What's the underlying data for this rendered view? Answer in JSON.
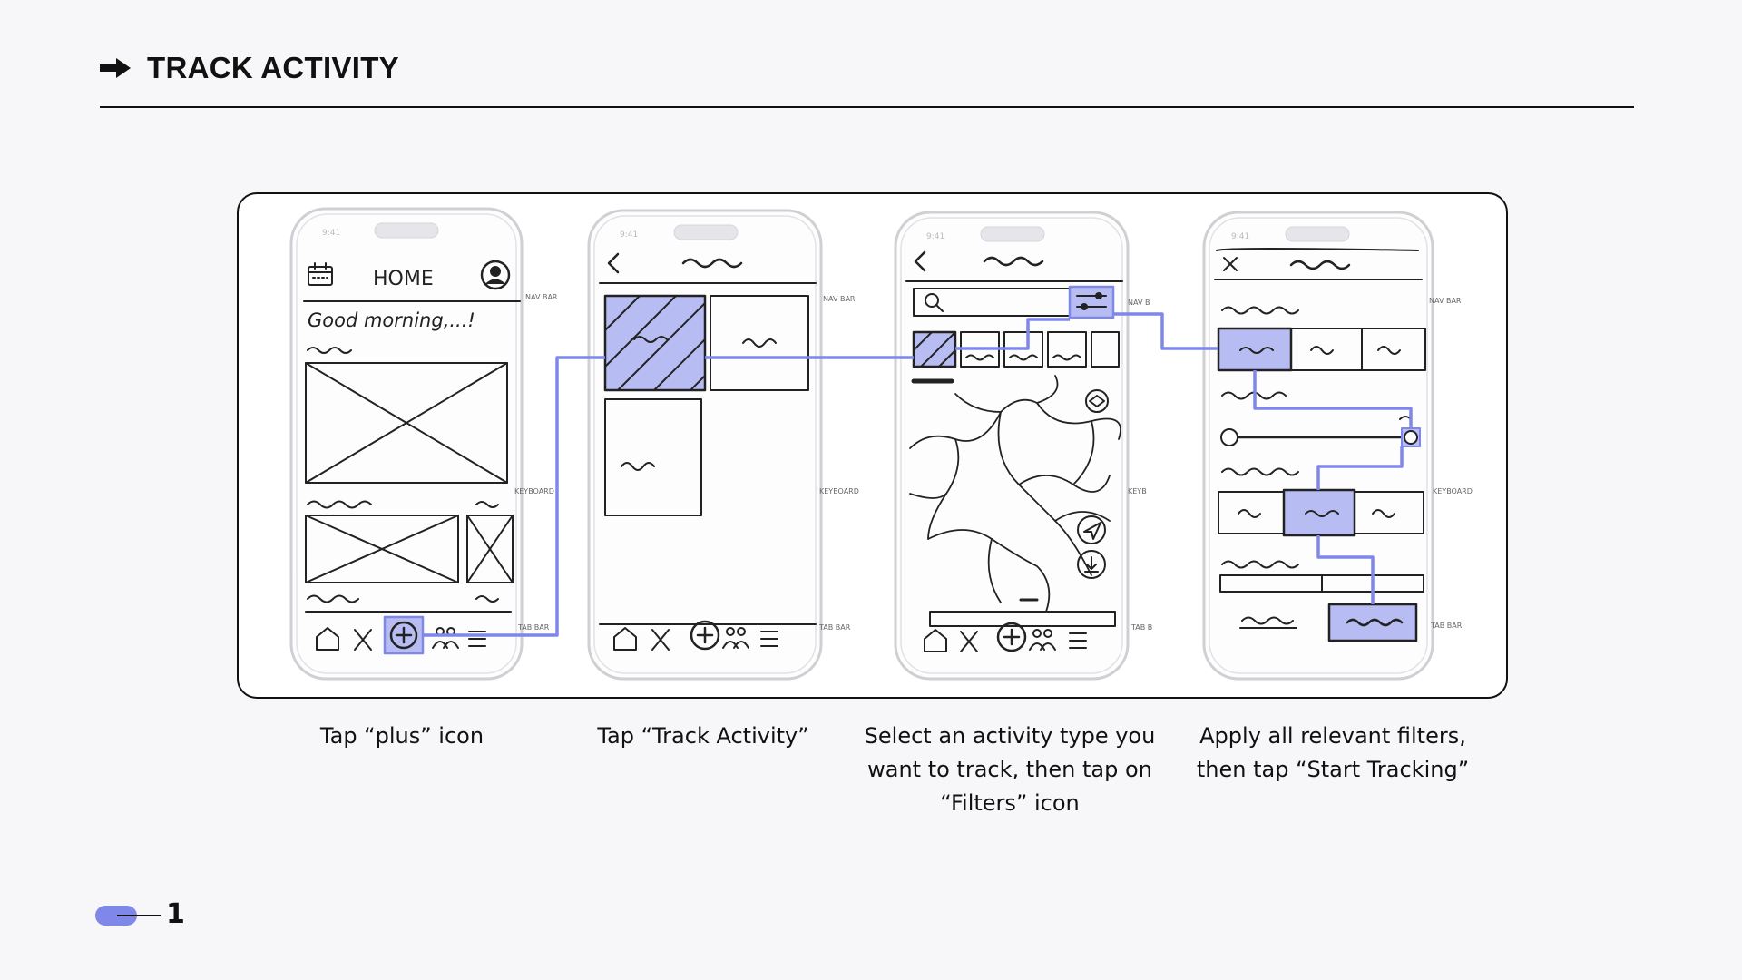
{
  "header": {
    "title": "TRACK ACTIVITY",
    "icon": "arrow-right-icon"
  },
  "colors": {
    "accent": "#7f87e8",
    "accent_fill": "#b7bdf3",
    "ink": "#111111",
    "background": "#f7f7f9"
  },
  "phones": [
    {
      "status_time": "9:41",
      "heading": "HOME",
      "greeting": "Good morning,...!",
      "labels": [
        "NAV BAR",
        "KEYBOARD",
        "TAB BAR"
      ]
    },
    {
      "status_time": "9:41",
      "labels": [
        "NAV BAR",
        "KEYBOARD",
        "TAB BAR"
      ]
    },
    {
      "status_time": "9:41",
      "labels": [
        "NAV B",
        "KEYB",
        "TAB B"
      ]
    },
    {
      "status_time": "9:41",
      "labels": [
        "NAV BAR",
        "KEYBOARD",
        "TAB BAR"
      ]
    }
  ],
  "steps": [
    {
      "caption": "Tap “plus” icon"
    },
    {
      "caption": "Tap “Track Activity”"
    },
    {
      "caption": "Select an activity type you want to track, then tap on “Filters” icon"
    },
    {
      "caption": "Apply all relevant filters, then tap “Start Tracking”"
    }
  ],
  "pagination": {
    "current": "1"
  }
}
